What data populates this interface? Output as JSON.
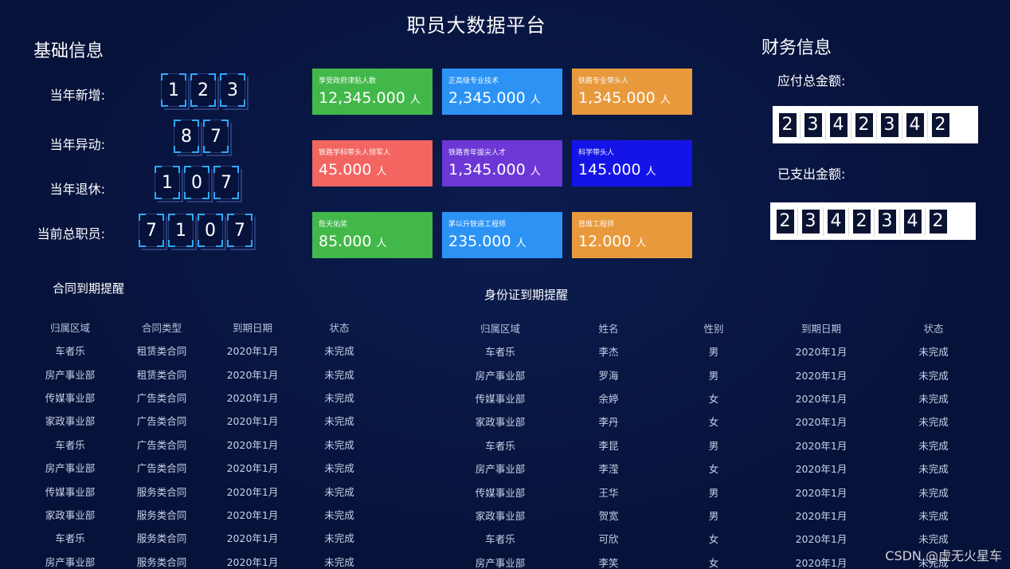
{
  "title": "职员大数据平台",
  "basic": {
    "title": "基础信息",
    "stats": [
      {
        "label": "当年新增:",
        "digits": [
          "1",
          "2",
          "3"
        ]
      },
      {
        "label": "当年异动:",
        "digits": [
          "8",
          "7"
        ]
      },
      {
        "label": "当年退休:",
        "digits": [
          "1",
          "0",
          "7"
        ]
      },
      {
        "label": "当前总职员:",
        "digits": [
          "7",
          "1",
          "0",
          "7"
        ]
      }
    ]
  },
  "cards": [
    {
      "label": "享受政府津贴人数",
      "value": "12,345.000",
      "unit": "人",
      "color": "#43b84a"
    },
    {
      "label": "正高级专业技术",
      "value": "2,345.000",
      "unit": "人",
      "color": "#2c93f5"
    },
    {
      "label": "铁路专业带头人",
      "value": "1,345.000",
      "unit": "人",
      "color": "#e8993c"
    },
    {
      "label": "铁路学科带头人领军人",
      "value": "45.000",
      "unit": "人",
      "color": "#f36561"
    },
    {
      "label": "铁路青年拔尖人才",
      "value": "1,345.000",
      "unit": "人",
      "color": "#6d37d6"
    },
    {
      "label": "科学带头人",
      "value": "145.000",
      "unit": "人",
      "color": "#1414e8"
    },
    {
      "label": "詹天佑奖",
      "value": "85.000",
      "unit": "人",
      "color": "#43b84a"
    },
    {
      "label": "茅以升铁道工程师",
      "value": "235.000",
      "unit": "人",
      "color": "#2c93f5"
    },
    {
      "label": "首席工程师",
      "value": "12.000",
      "unit": "人",
      "color": "#e8993c"
    }
  ],
  "finance": {
    "title": "财务信息",
    "payable_label": "应付总金额:",
    "payable_digits": [
      "2",
      "3",
      "4",
      "2",
      "3",
      "4",
      "2"
    ],
    "paid_label": "已支出金额:",
    "paid_digits": [
      "2",
      "3",
      "4",
      "2",
      "3",
      "4",
      "2"
    ]
  },
  "contract": {
    "title": "合同到期提醒",
    "headers": [
      "归属区域",
      "合同类型",
      "到期日期",
      "状态"
    ],
    "rows": [
      [
        "车者乐",
        "租赁类合同",
        "2020年1月",
        "未完成"
      ],
      [
        "房产事业部",
        "租赁类合同",
        "2020年1月",
        "未完成"
      ],
      [
        "传媒事业部",
        "广告类合同",
        "2020年1月",
        "未完成"
      ],
      [
        "家政事业部",
        "广告类合同",
        "2020年1月",
        "未完成"
      ],
      [
        "车者乐",
        "广告类合同",
        "2020年1月",
        "未完成"
      ],
      [
        "房产事业部",
        "广告类合同",
        "2020年1月",
        "未完成"
      ],
      [
        "传媒事业部",
        "服务类合同",
        "2020年1月",
        "未完成"
      ],
      [
        "家政事业部",
        "服务类合同",
        "2020年1月",
        "未完成"
      ],
      [
        "车者乐",
        "服务类合同",
        "2020年1月",
        "未完成"
      ],
      [
        "房产事业部",
        "服务类合同",
        "2020年1月",
        "未完成"
      ]
    ]
  },
  "idcard": {
    "title": "身份证到期提醒",
    "headers": [
      "归属区域",
      "姓名",
      "性别",
      "到期日期",
      "状态"
    ],
    "rows": [
      [
        "车者乐",
        "李杰",
        "男",
        "2020年1月",
        "未完成"
      ],
      [
        "房产事业部",
        "罗海",
        "男",
        "2020年1月",
        "未完成"
      ],
      [
        "传媒事业部",
        "余婷",
        "女",
        "2020年1月",
        "未完成"
      ],
      [
        "家政事业部",
        "李丹",
        "女",
        "2020年1月",
        "未完成"
      ],
      [
        "车者乐",
        "李昆",
        "男",
        "2020年1月",
        "未完成"
      ],
      [
        "房产事业部",
        "李滢",
        "女",
        "2020年1月",
        "未完成"
      ],
      [
        "传媒事业部",
        "王华",
        "男",
        "2020年1月",
        "未完成"
      ],
      [
        "家政事业部",
        "贺宽",
        "男",
        "2020年1月",
        "未完成"
      ],
      [
        "车者乐",
        "可欣",
        "女",
        "2020年1月",
        "未完成"
      ],
      [
        "房产事业部",
        "李笑",
        "女",
        "2020年1月",
        "未完成"
      ]
    ]
  },
  "watermark": "CSDN @虚无火星车"
}
